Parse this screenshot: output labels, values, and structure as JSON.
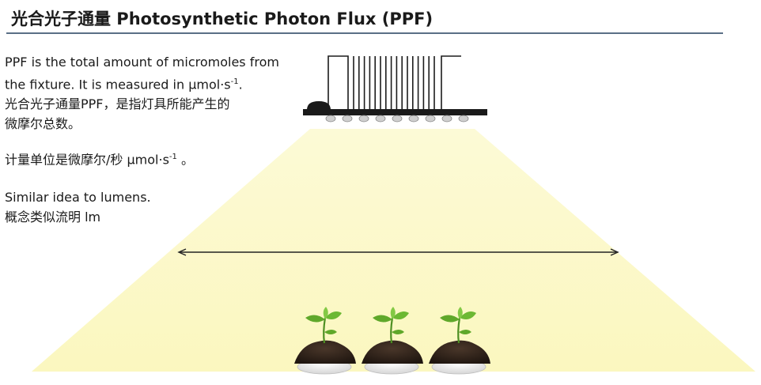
{
  "header": {
    "title": "光合光子通量 Photosynthetic Photon Flux (PPF)"
  },
  "description": {
    "line1": "PPF is the total amount of micromoles from",
    "line2_pre": "the fixture. It is measured in µmol",
    "line2_dot": "·",
    "line2_s": "s",
    "line2_sup": "-1",
    "line2_end": ".",
    "line3": "光合光子通量PPF，是指灯具所能产生的",
    "line4": "微摩尔总数。"
  },
  "unit": {
    "pre": "计量单位是微摩尔/秒 µmol",
    "dot": "·",
    "s": "s",
    "sup": "-1",
    "end": " 。"
  },
  "analogy": {
    "line1": "Similar idea to lumens.",
    "line2": "概念类似流明 lm"
  },
  "colors": {
    "light_beam": "#fbf8c8",
    "title_rule": "#5a6f86",
    "fixture": "#1c1c1c",
    "leaf": "#5fa82a",
    "soil": "#2e2118"
  }
}
